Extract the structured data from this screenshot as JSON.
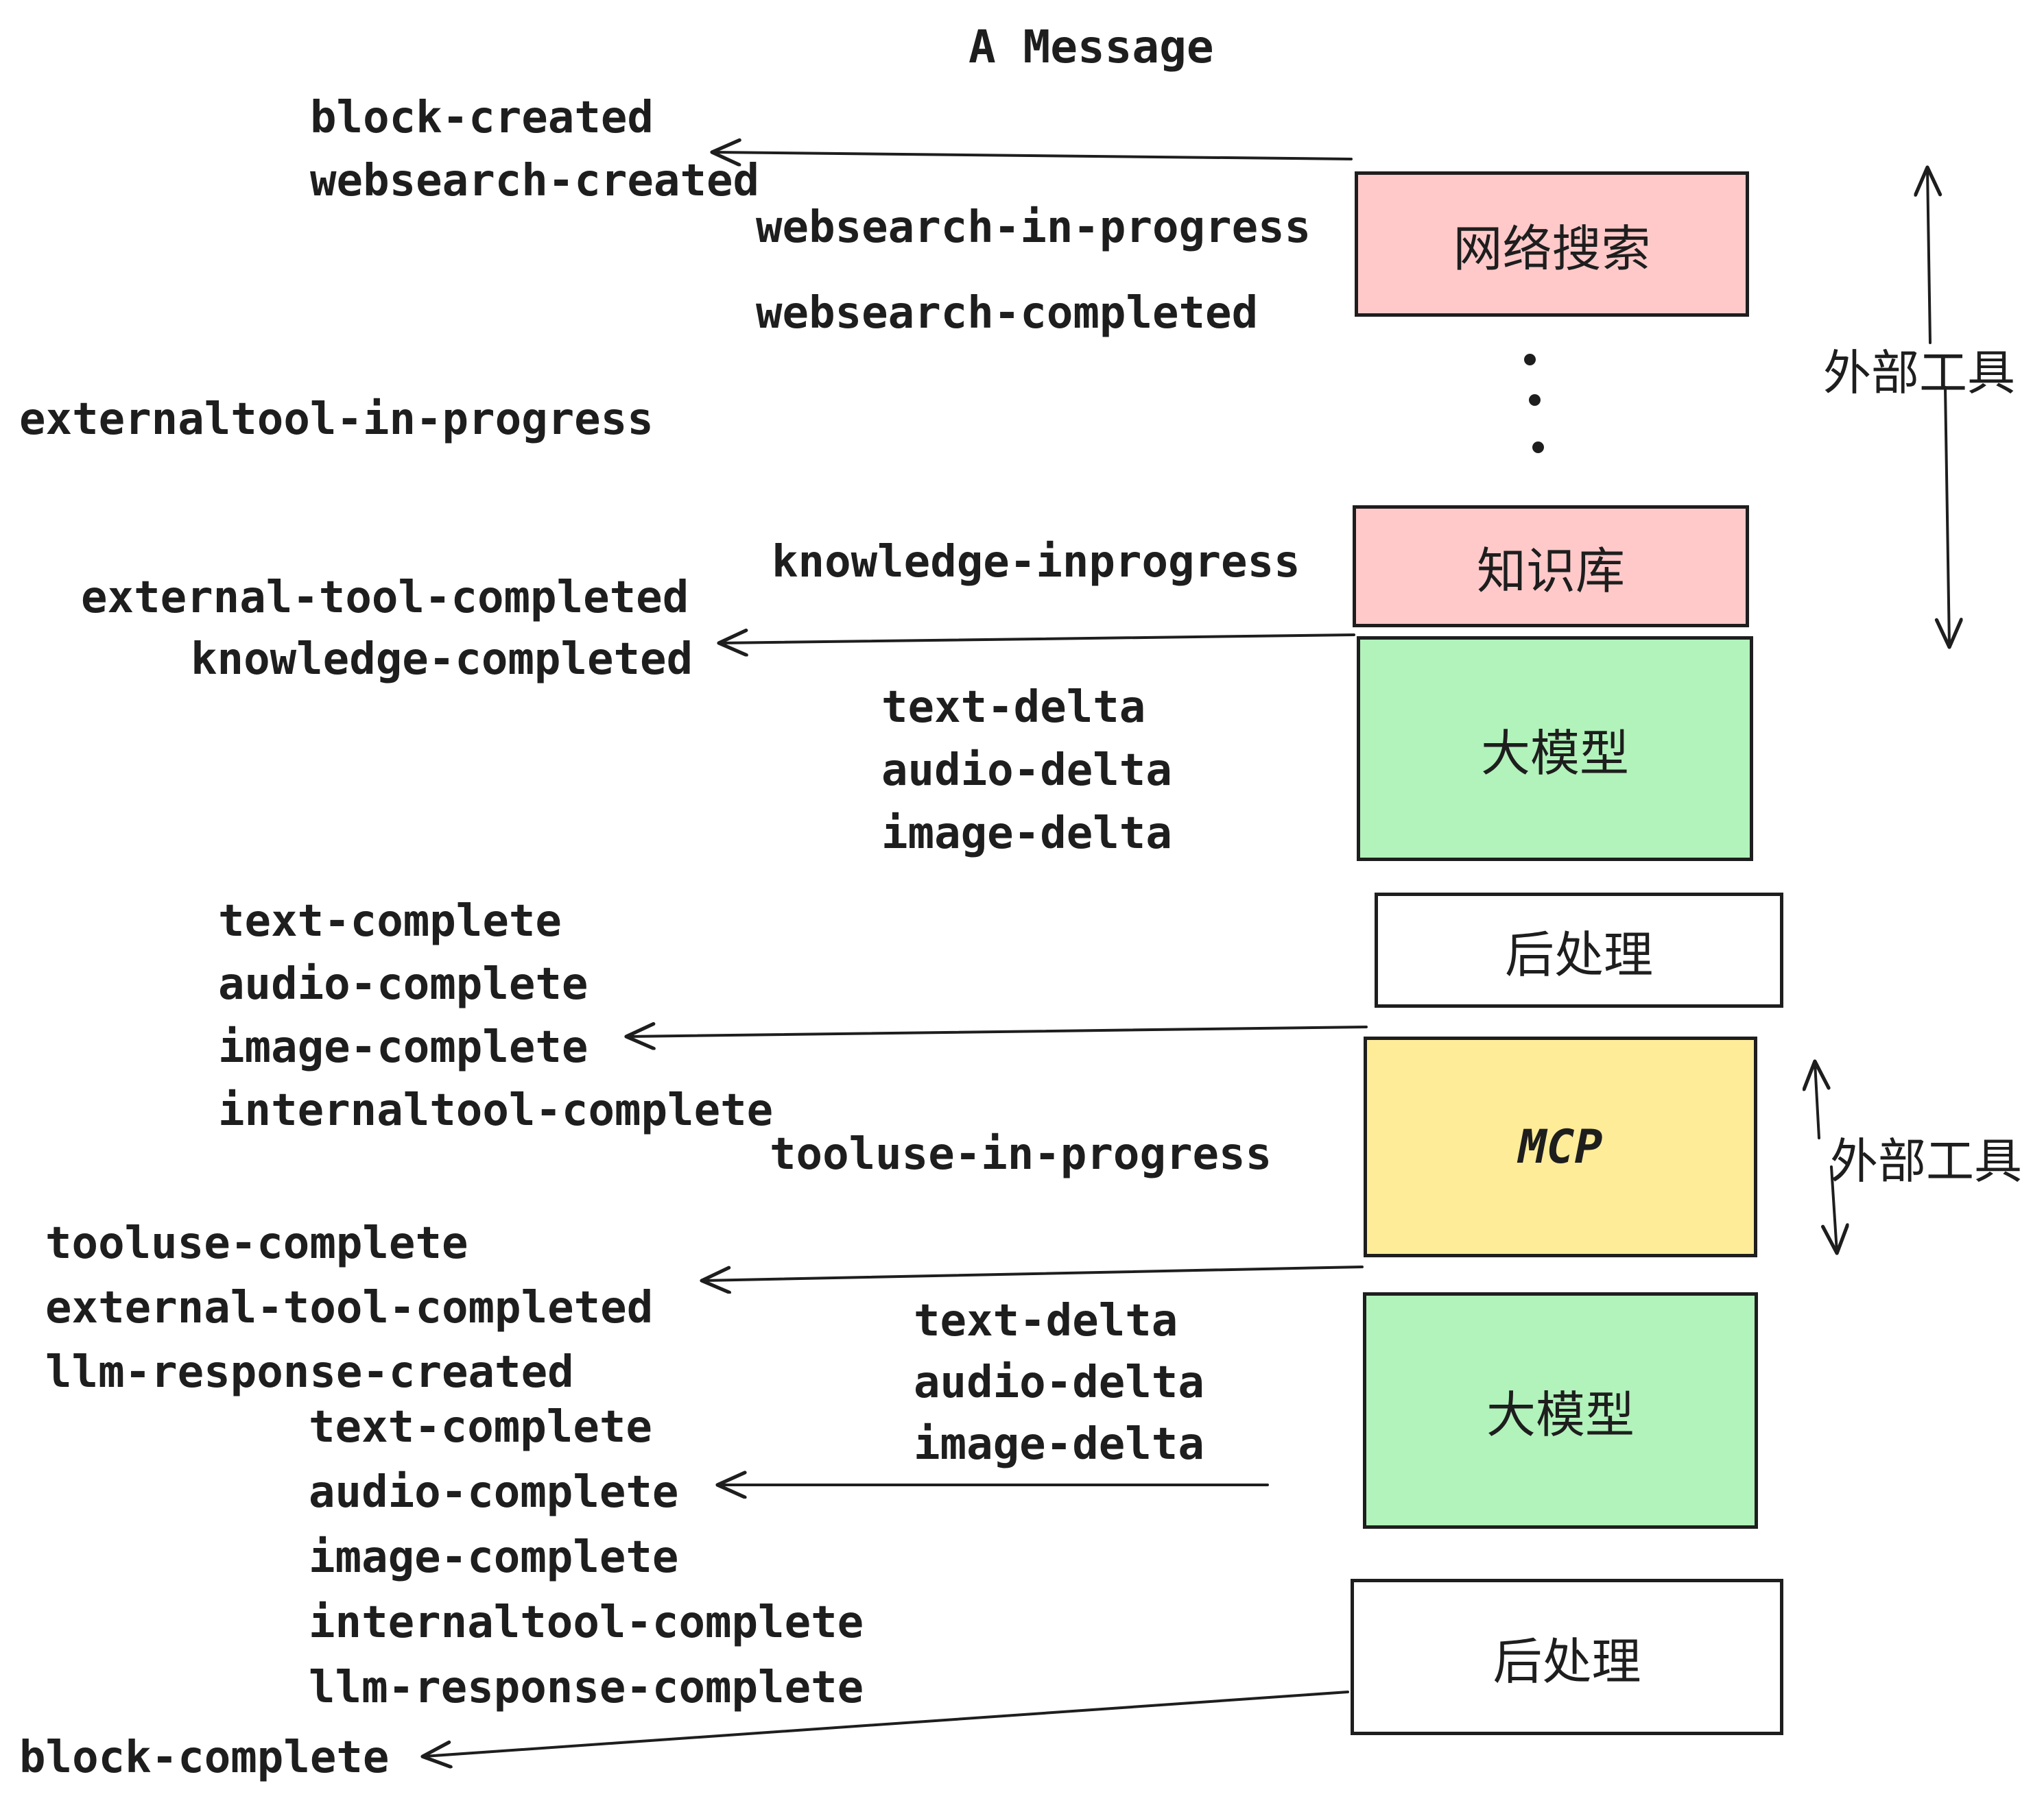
{
  "title": "A Message",
  "colors": {
    "pink": "#ffc9c9",
    "green": "#b2f2bb",
    "yellow": "#ffec99",
    "white": "#ffffff",
    "stroke": "#1e1e1e"
  },
  "events": {
    "block_created": "block-created",
    "websearch_created": "websearch-created",
    "websearch_in_progress": "websearch-in-progress",
    "websearch_completed": "websearch-completed",
    "externaltool_in_progress": "externaltool-in-progress",
    "knowledge_inprogress": "knowledge-inprogress",
    "external_tool_completed": "external-tool-completed",
    "knowledge_completed": "knowledge-completed",
    "delta_group_top": [
      "text-delta",
      "audio-delta",
      "image-delta"
    ],
    "complete_group_top": [
      "text-complete",
      "audio-complete",
      "image-complete",
      "internaltool-complete"
    ],
    "tooluse_in_progress": "tooluse-in-progress",
    "tooluse_group": [
      "tooluse-complete",
      "external-tool-completed",
      "llm-response-created"
    ],
    "delta_group_bottom": [
      "text-delta",
      "audio-delta",
      "image-delta"
    ],
    "complete_group_bottom": [
      "text-complete",
      "audio-complete",
      "image-complete",
      "internaltool-complete",
      "llm-response-complete"
    ],
    "block_complete": "block-complete"
  },
  "nodes": [
    {
      "id": "websearch",
      "label": "网络搜索",
      "color": "#ffc9c9"
    },
    {
      "id": "knowledge",
      "label": "知识库",
      "color": "#ffc9c9"
    },
    {
      "id": "llm-top",
      "label": "大模型",
      "color": "#b2f2bb"
    },
    {
      "id": "postprocess-top",
      "label": "后处理",
      "color": "#ffffff"
    },
    {
      "id": "mcp",
      "label": "MCP",
      "color": "#ffec99"
    },
    {
      "id": "llm-bottom",
      "label": "大模型",
      "color": "#b2f2bb"
    },
    {
      "id": "postprocess-bottom",
      "label": "后处理",
      "color": "#ffffff"
    }
  ],
  "side_labels": {
    "external_tools_top": "外部工具",
    "external_tools_bottom": "外部工具"
  }
}
